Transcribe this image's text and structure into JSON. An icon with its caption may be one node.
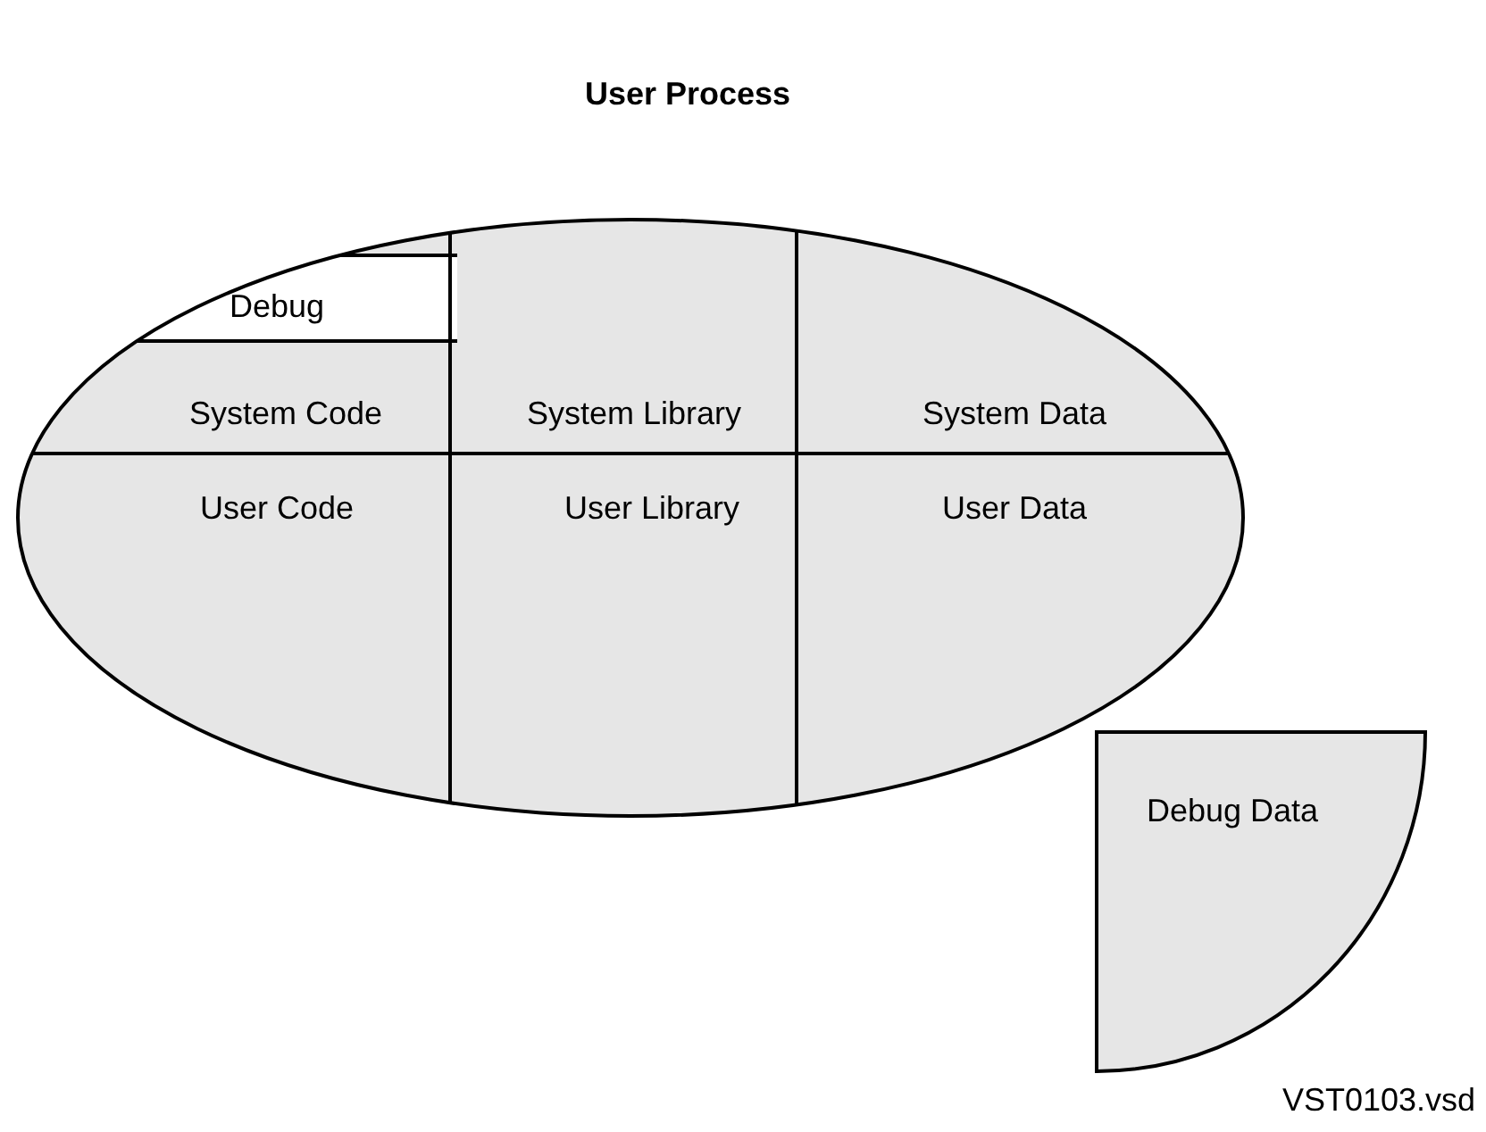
{
  "diagram": {
    "nodes": [
      {
        "text": [
          "User Process"
        ]
      },
      {
        "text": [
          "Debug"
        ],
        "in": 0
      },
      {
        "text": [
          "System Code"
        ],
        "in": 0
      },
      {
        "text": [
          "System Library"
        ],
        "in": 0
      },
      {
        "text": [
          "System Data"
        ],
        "in": 0
      },
      {
        "text": [
          "User Code"
        ],
        "in": 0
      },
      {
        "text": [
          "User Library"
        ],
        "in": 0
      },
      {
        "text": [
          "User Data"
        ],
        "in": 0
      },
      {
        "text": [
          "Debug Data"
        ]
      }
    ],
    "edges": [],
    "labels": [
      "VST0103.vsd"
    ]
  }
}
